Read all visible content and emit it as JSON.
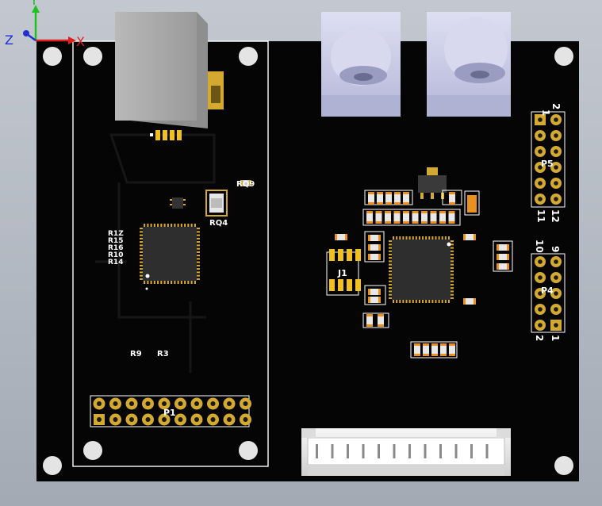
{
  "axes": {
    "x": "X",
    "y": "Y",
    "z": "Z"
  },
  "colors": {
    "board": "#050505",
    "silkscreen": "#ffffff",
    "pad_gold": "#d4a930",
    "connector_gray": "#a8a8a8",
    "jack_lavender": "#c8c9e6",
    "axis_x": "#e02020",
    "axis_y": "#20c020",
    "axis_z": "#2030d0"
  },
  "icons": {
    "axis_triad": "axis-triad-icon"
  },
  "designators": {
    "p1": "P1",
    "p4": "P4",
    "p5": "P5",
    "j1": "J1",
    "r9": "R9",
    "r3": "R3",
    "rq4": "RQ4",
    "rq9": "RQ9",
    "r_stack": [
      "R1Z",
      "R15",
      "R16",
      "R10",
      "R14"
    ]
  },
  "pin_numbers": {
    "p5_top_left": "1",
    "p5_top_right": "2",
    "p5_bottom_left": "11",
    "p5_bottom_right": "12",
    "p4_top_left": "10",
    "p4_top_right": "9",
    "p4_bottom_left": "2",
    "p4_bottom_right": "1"
  }
}
